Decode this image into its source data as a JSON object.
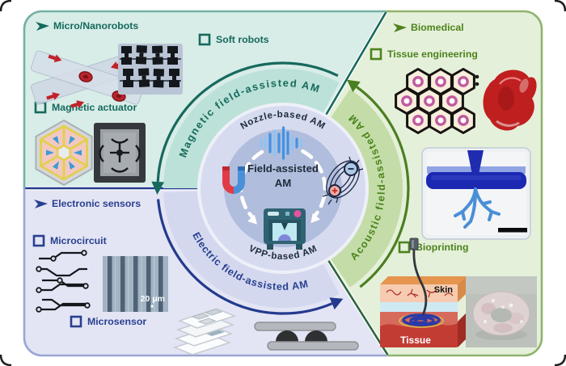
{
  "center": {
    "title_line1": "Field-assisted",
    "title_line2": "AM",
    "top_arc": "Nozzle-based AM",
    "bottom_arc": "VPP-based AM"
  },
  "sections": {
    "magnetic": {
      "arc_label": "Magnetic field-assisted AM",
      "text_color": "#156a5c",
      "items": [
        {
          "label": "Micro/Nanorobots",
          "bullet": "arrow"
        },
        {
          "label": "Soft robots",
          "bullet": "square"
        },
        {
          "label": "Magnetic actuator",
          "bullet": "square"
        }
      ]
    },
    "acoustic": {
      "arc_label": "Acoustic field-assisted AM",
      "text_color": "#4c831c",
      "items": [
        {
          "label": "Biomedical",
          "bullet": "arrow"
        },
        {
          "label": "Tissue engineering",
          "bullet": "square"
        },
        {
          "label": "Bioprinting",
          "bullet": "square"
        }
      ]
    },
    "electric": {
      "arc_label": "Electric field-assisted AM",
      "text_color": "#293f90",
      "items": [
        {
          "label": "Electronic sensors",
          "bullet": "arrow"
        },
        {
          "label": "Microcircuit",
          "bullet": "square"
        },
        {
          "label": "Microsensor",
          "bullet": "square"
        }
      ]
    }
  },
  "annotations": {
    "skin": "Skin",
    "tissue": "Tissue",
    "scale_bar": "20 μm"
  },
  "colors": {
    "magnetic_bg": "#d8ece8",
    "magnetic_band": "#bce1d8",
    "magnetic_dark": "#17695d",
    "acoustic_bg": "#e5f0da",
    "acoustic_band": "#c4dda8",
    "acoustic_dark": "#4a7f22",
    "electric_bg": "#e3e5f4",
    "electric_band": "#d3d8ef",
    "electric_dark": "#243a8e",
    "outer_ring": "#d6dbf0",
    "inner_circle": "#b1bddc"
  }
}
